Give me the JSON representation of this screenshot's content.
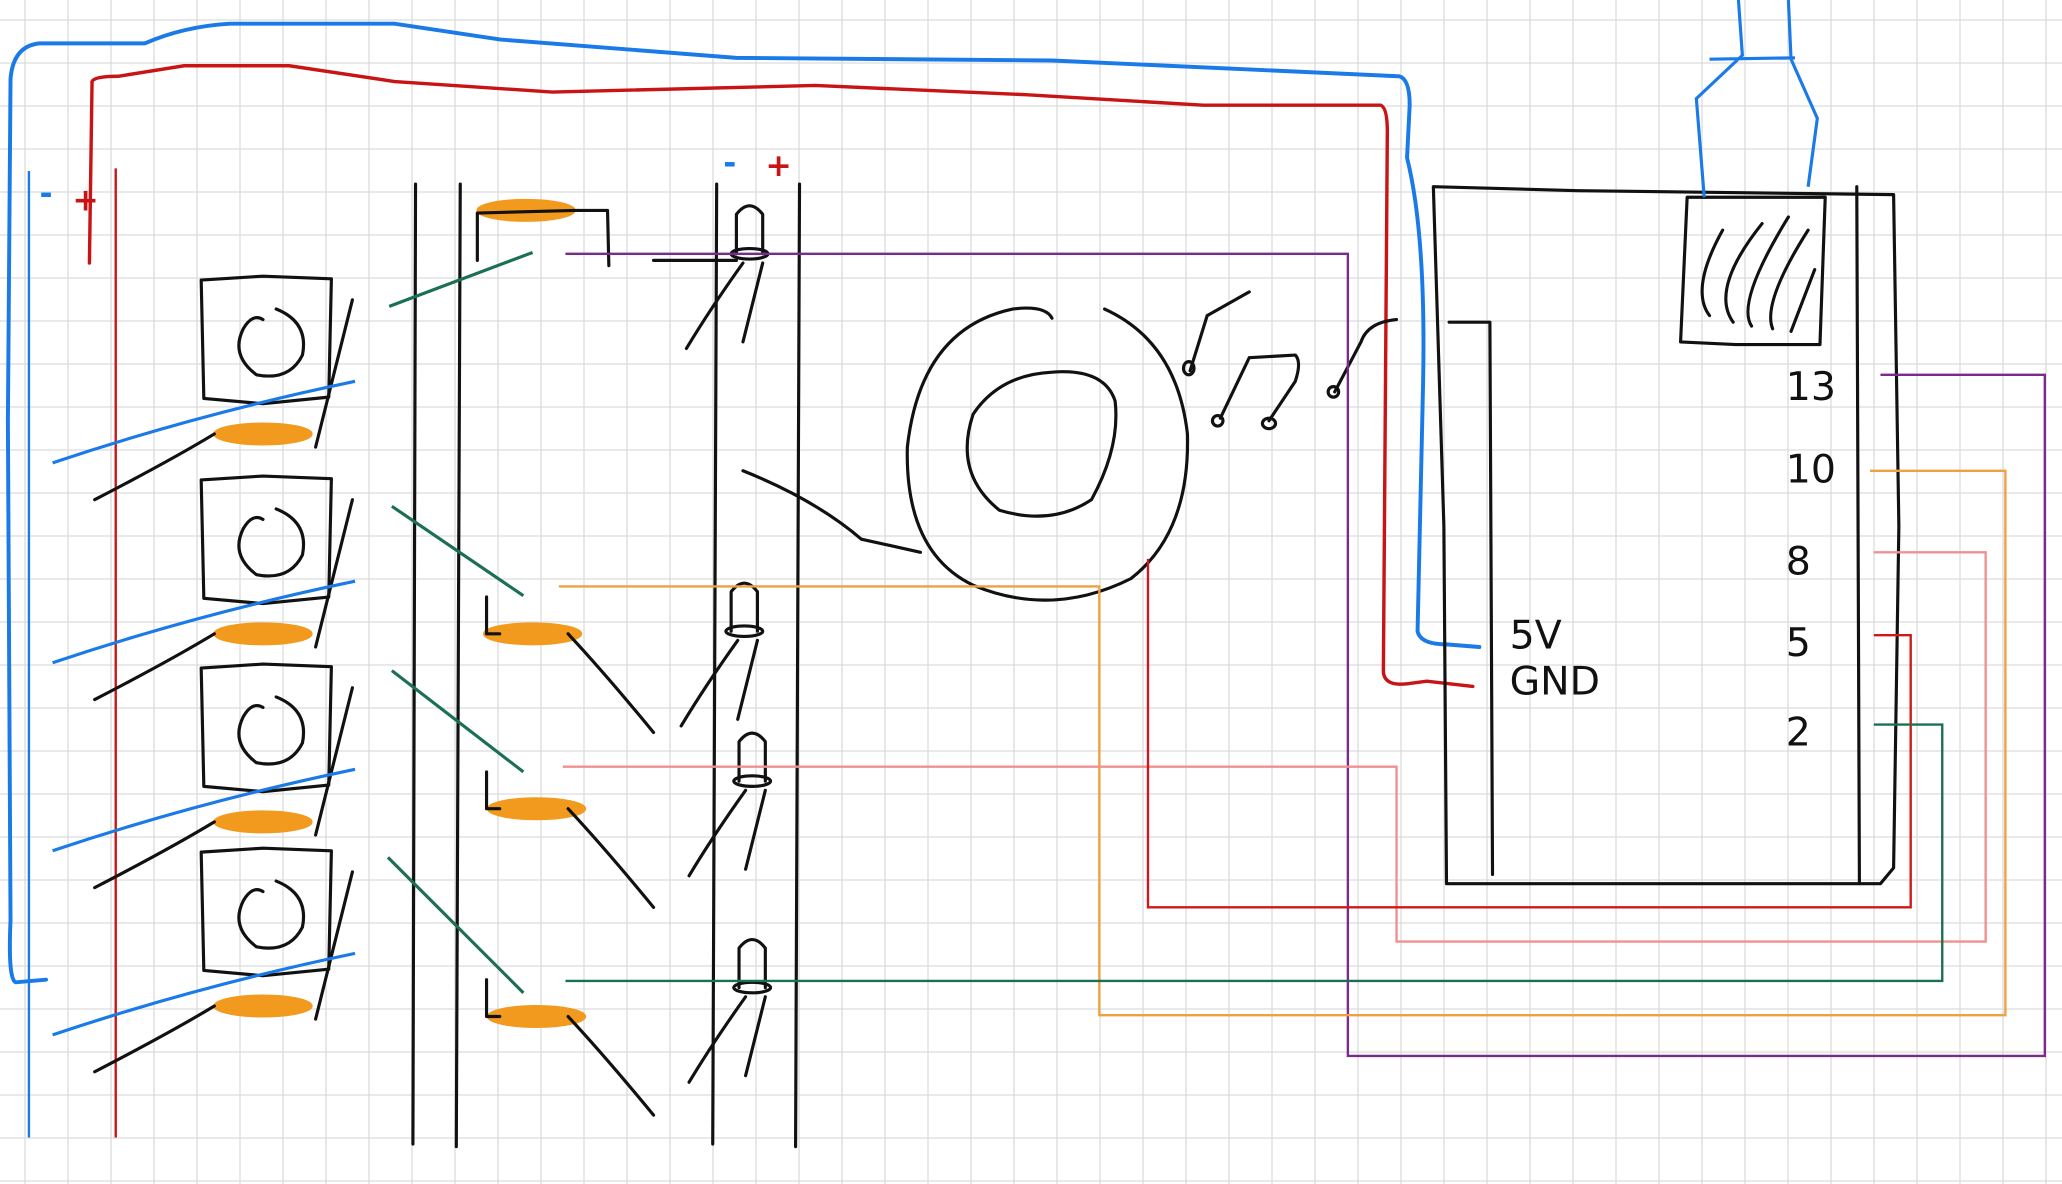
{
  "colors": {
    "grid": "#dcdcdc",
    "ink": "#111111",
    "blue_wire": "#1a7ae8",
    "red_wire": "#c81414",
    "resistor": "#f29a1e",
    "green_wire": "#1a7050",
    "purple_wire": "#7a2a8a",
    "orange_wire": "#f0a040",
    "pink_wire": "#f09090",
    "red_signal": "#d01818"
  },
  "rail_labels": {
    "left_minus": "-",
    "left_plus": "+",
    "right_minus": "-",
    "right_plus": "+"
  },
  "arduino": {
    "power_labels": {
      "v5": "5V",
      "gnd": "GND"
    },
    "pin_labels": [
      "13",
      "10",
      "8",
      "5",
      "2"
    ]
  }
}
